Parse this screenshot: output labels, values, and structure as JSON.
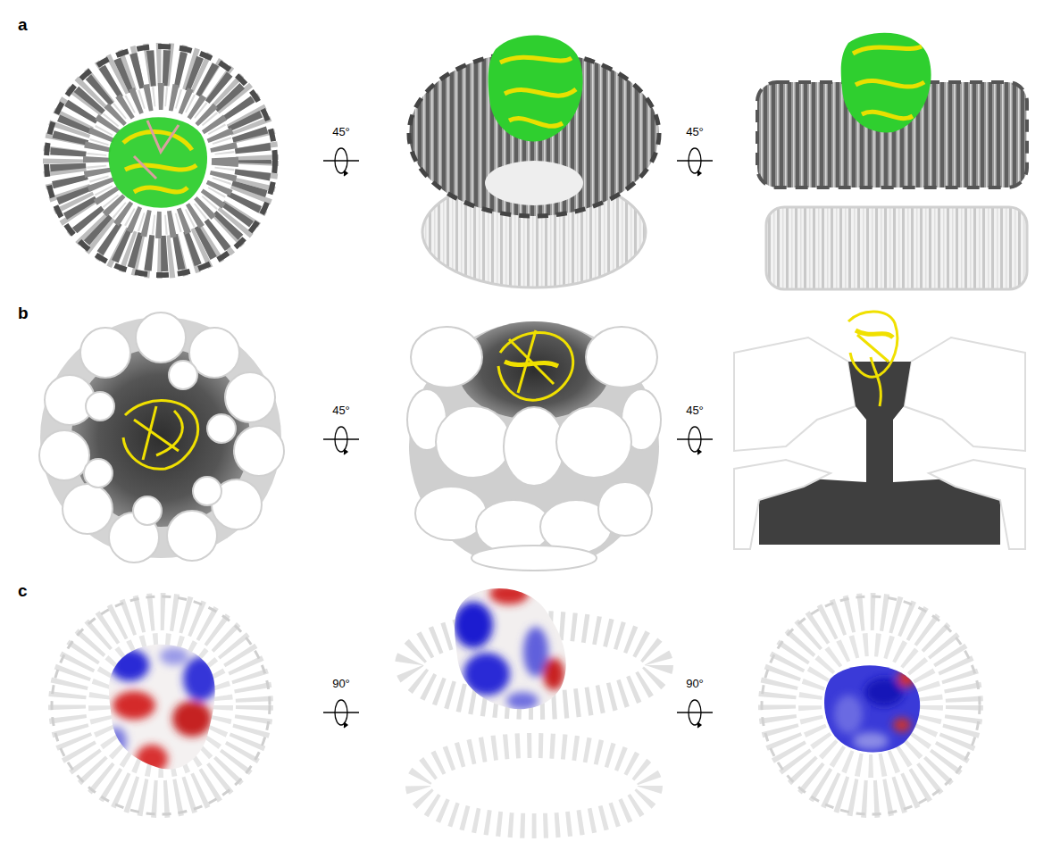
{
  "diagram": {
    "labels": [
      "a",
      "45°",
      "45°",
      "b",
      "45°",
      "45°",
      "c",
      "90°",
      "90°"
    ]
  }
}
